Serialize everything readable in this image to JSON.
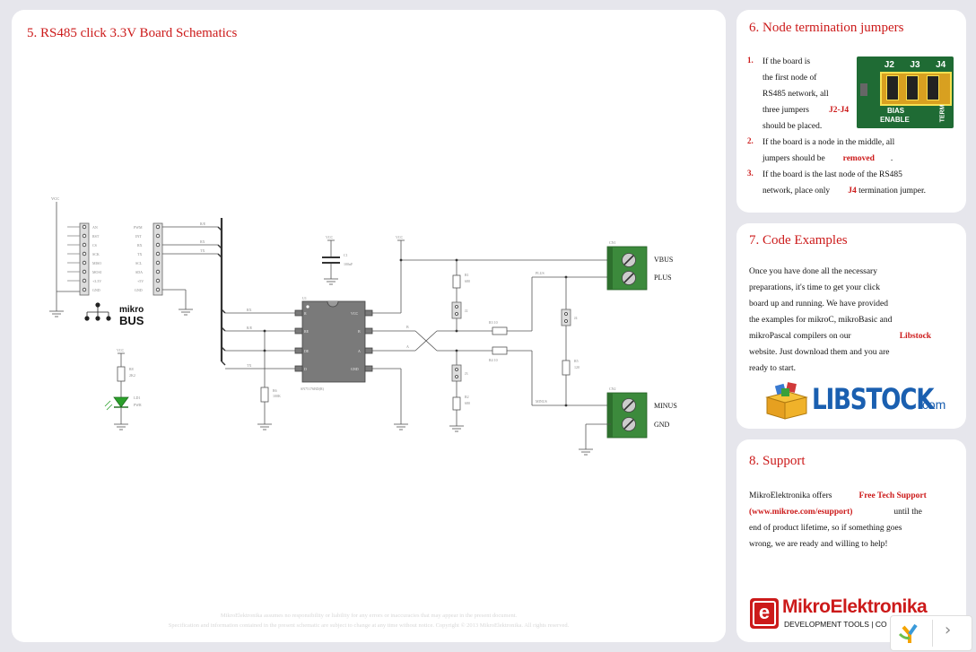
{
  "schematic": {
    "title": "5. RS485 click 3.3V Board Schematics",
    "mikrobus_logo_top": "mikro",
    "mikrobus_logo_bottom": "BUS",
    "connector_labels": {
      "vbus": "VBUS",
      "plus": "PLUS",
      "minus": "MINUS",
      "gnd": "GND"
    },
    "footnote_line1": "MikroElektronika assumes no responsibility or liability for any errors or inaccuracies that may appear in the present document.",
    "footnote_line2": "Specification and information contained in the present schematic are subject to change at any time without notice. Copyright © 2013 MikroElektronika. All rights reserved."
  },
  "section6": {
    "title": "6. Node termination jumpers",
    "jumper_image_labels": [
      "J2",
      "J3",
      "J4"
    ],
    "jumper_image_caption_1": "BIAS",
    "jumper_image_caption_2": "ENABLE",
    "jumper_image_caption_3": "TERM",
    "item1": {
      "num": "1.",
      "l1": "If the board is",
      "l2": "the first node of",
      "l3": "RS485 network, all",
      "l4": "three jumpers",
      "l4_red": "J2-J4",
      "l5": "should be placed."
    },
    "item2": {
      "num": "2.",
      "l1": "If the board is a node in the middle, all",
      "l2": "jumpers should be",
      "l2_red": "removed",
      "l2_end": "."
    },
    "item3": {
      "num": "3.",
      "l1": "If the board is the last node of the RS485",
      "l2": "network, place only",
      "l2_red": "J4",
      "l2_end": "termination jumper."
    }
  },
  "section7": {
    "title": "7. Code Examples",
    "lines": [
      "Once you have done all the necessary",
      "preparations, it's time to get your click",
      "board up and running. We have provided",
      "the examples for mikroC, mikroBasic and"
    ],
    "line5": "mikroPascal compilers on our",
    "line5_red": "Libstock",
    "lines_after": [
      "website. Just download them and you are",
      "ready to start."
    ],
    "logo_text": "LIBSTOCK",
    "logo_suffix": ".com"
  },
  "section8": {
    "title": "8. Support",
    "l1": "MikroElektronika offers",
    "l1_red": "Free Tech Support",
    "l2_red": "(www.mikroe.com/esupport)",
    "l2": "until the",
    "l3": "end of product lifetime, so if something goes",
    "l4": "wrong, we are ready and willing to help!",
    "logo_text": "MikroElektronika",
    "logo_tag": "DEVELOPMENT TOOLS | CO"
  },
  "nav": {
    "next_label": "›"
  },
  "colors": {
    "accent_red": "#cc1a1a",
    "terminal_green": "#3c8a3c",
    "led_green": "#2aa02a",
    "pcb_green": "#1f6b34"
  }
}
